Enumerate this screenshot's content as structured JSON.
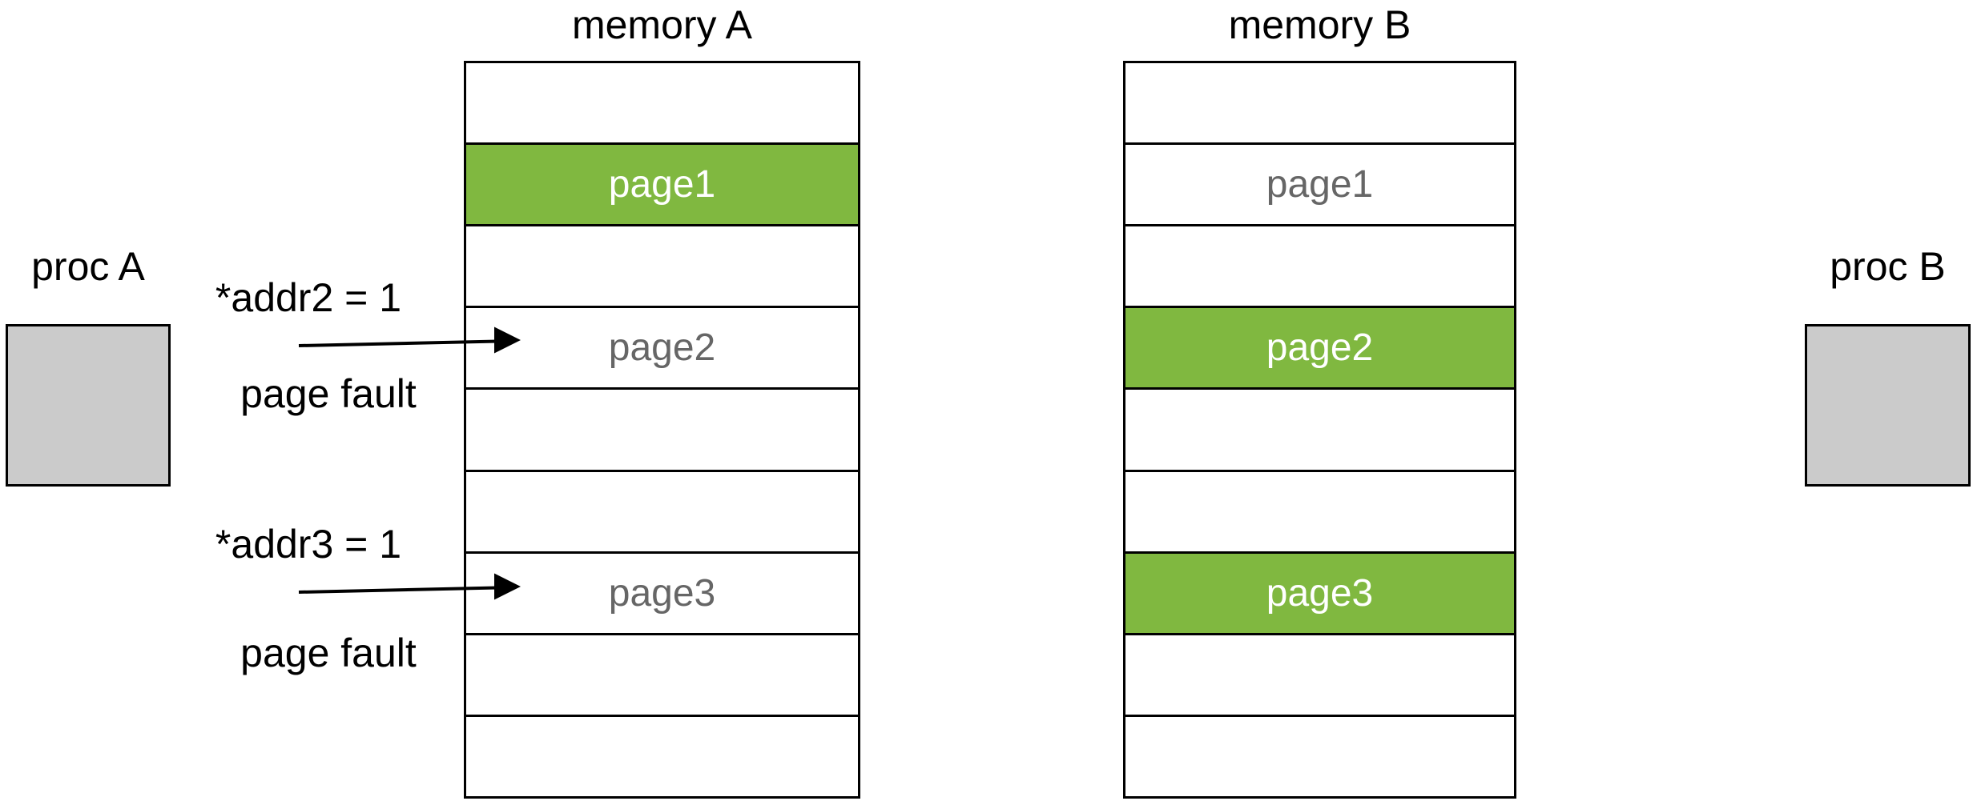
{
  "colors": {
    "highlight": "#80B840",
    "proc_fill": "#CBCBCB",
    "page_text": "#666666",
    "border": "#000000",
    "highlight_text": "#FFFFFF"
  },
  "memory_a": {
    "title": "memory A",
    "rows": [
      {
        "label": "",
        "state": "empty"
      },
      {
        "label": "page1",
        "state": "highlighted"
      },
      {
        "label": "",
        "state": "empty"
      },
      {
        "label": "page2",
        "state": "normal"
      },
      {
        "label": "",
        "state": "empty"
      },
      {
        "label": "",
        "state": "empty"
      },
      {
        "label": "page3",
        "state": "normal"
      },
      {
        "label": "",
        "state": "empty"
      },
      {
        "label": "",
        "state": "empty"
      }
    ]
  },
  "memory_b": {
    "title": "memory B",
    "rows": [
      {
        "label": "",
        "state": "empty"
      },
      {
        "label": "page1",
        "state": "normal"
      },
      {
        "label": "",
        "state": "empty"
      },
      {
        "label": "page2",
        "state": "highlighted"
      },
      {
        "label": "",
        "state": "empty"
      },
      {
        "label": "",
        "state": "empty"
      },
      {
        "label": "page3",
        "state": "highlighted"
      },
      {
        "label": "",
        "state": "empty"
      },
      {
        "label": "",
        "state": "empty"
      }
    ]
  },
  "proc_a": {
    "label": "proc A"
  },
  "proc_b": {
    "label": "proc B"
  },
  "annotations": [
    {
      "instruction": "*addr2 = 1",
      "result": "page fault",
      "target": "page2"
    },
    {
      "instruction": "*addr3 = 1",
      "result": "page fault",
      "target": "page3"
    }
  ]
}
